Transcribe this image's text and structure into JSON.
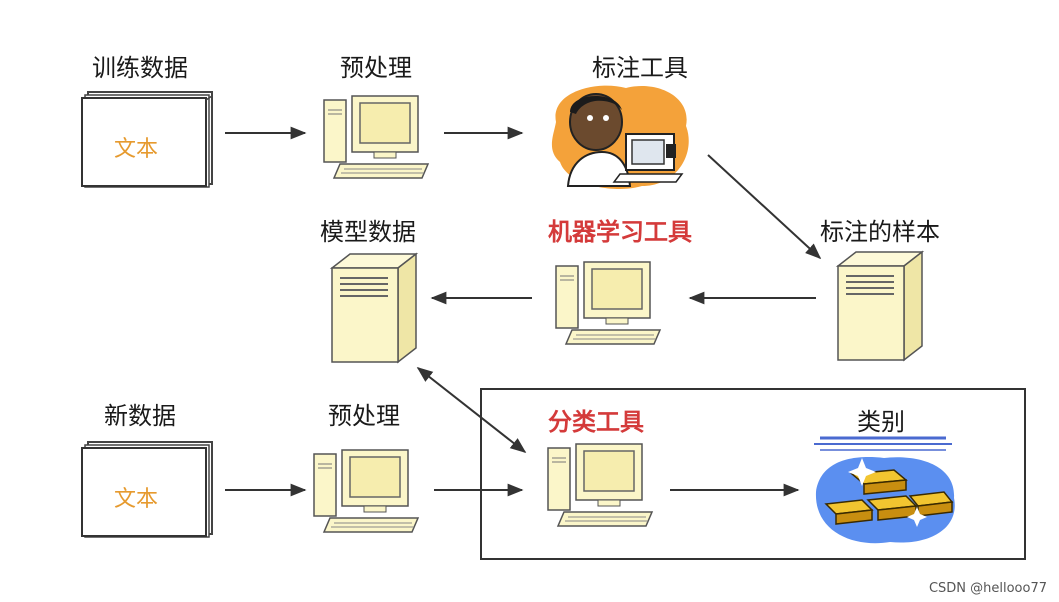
{
  "labels": {
    "training_data": "训练数据",
    "preprocess_top": "预处理",
    "annotation_tool": "标注工具",
    "model_data": "模型数据",
    "ml_tool": "机器学习工具",
    "labeled_samples": "标注的样本",
    "new_data": "新数据",
    "preprocess_bottom": "预处理",
    "classifier_tool": "分类工具",
    "category": "类别"
  },
  "doc_text": {
    "training": "文本",
    "new": "文本"
  },
  "credit": "CSDN @hellooo77",
  "colors": {
    "accent_red": "#d43a3a",
    "computer_fill": "#fbf6c9",
    "doc_text": "#e69a2e",
    "arrow": "#333333"
  }
}
